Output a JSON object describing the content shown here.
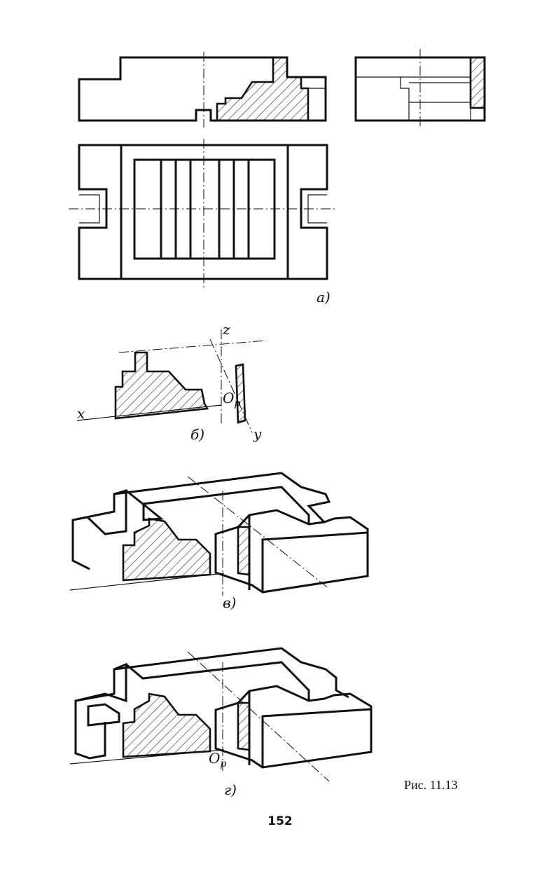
{
  "figure": {
    "views": {
      "a": {
        "label": "а)"
      },
      "b": {
        "label": "б)",
        "axis_z": "z",
        "axis_x": "x",
        "axis_y": "y",
        "origin": "O",
        "origin_sub": "p"
      },
      "v": {
        "label": "в)"
      },
      "g": {
        "label": "г)",
        "origin": "O",
        "origin_sub": "p"
      }
    },
    "caption": "Рис. 11.13",
    "page_number": "152"
  }
}
